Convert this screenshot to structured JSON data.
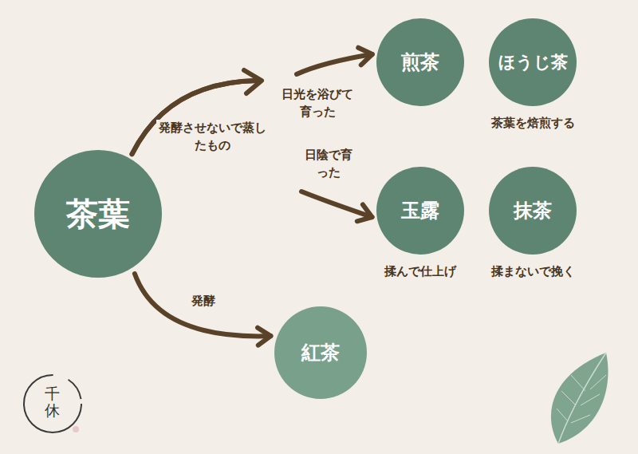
{
  "diagram": {
    "nodes": [
      {
        "text": [
          "茶葉"
        ]
      },
      {
        "text": [
          "煎茶"
        ]
      },
      {
        "text": [
          "ほうじ茶",
          "茶葉を焙煎する"
        ]
      },
      {
        "text": [
          "玉露",
          "揉んで仕上げ"
        ]
      },
      {
        "text": [
          "抹茶",
          "揉まないで挽く"
        ]
      },
      {
        "text": [
          "紅茶"
        ]
      }
    ],
    "edges": [
      {
        "from": 0,
        "to": 1,
        "label": "日光を浴びて育った",
        "arrow": "to"
      },
      {
        "from": 0,
        "to": 3,
        "label": "日陰で育った",
        "arrow": "to"
      },
      {
        "from": 0,
        "to": 5,
        "label": "発酵",
        "arrow": "to"
      }
    ],
    "labels": [
      "発酵させないで蒸したもの",
      "千休"
    ]
  }
}
